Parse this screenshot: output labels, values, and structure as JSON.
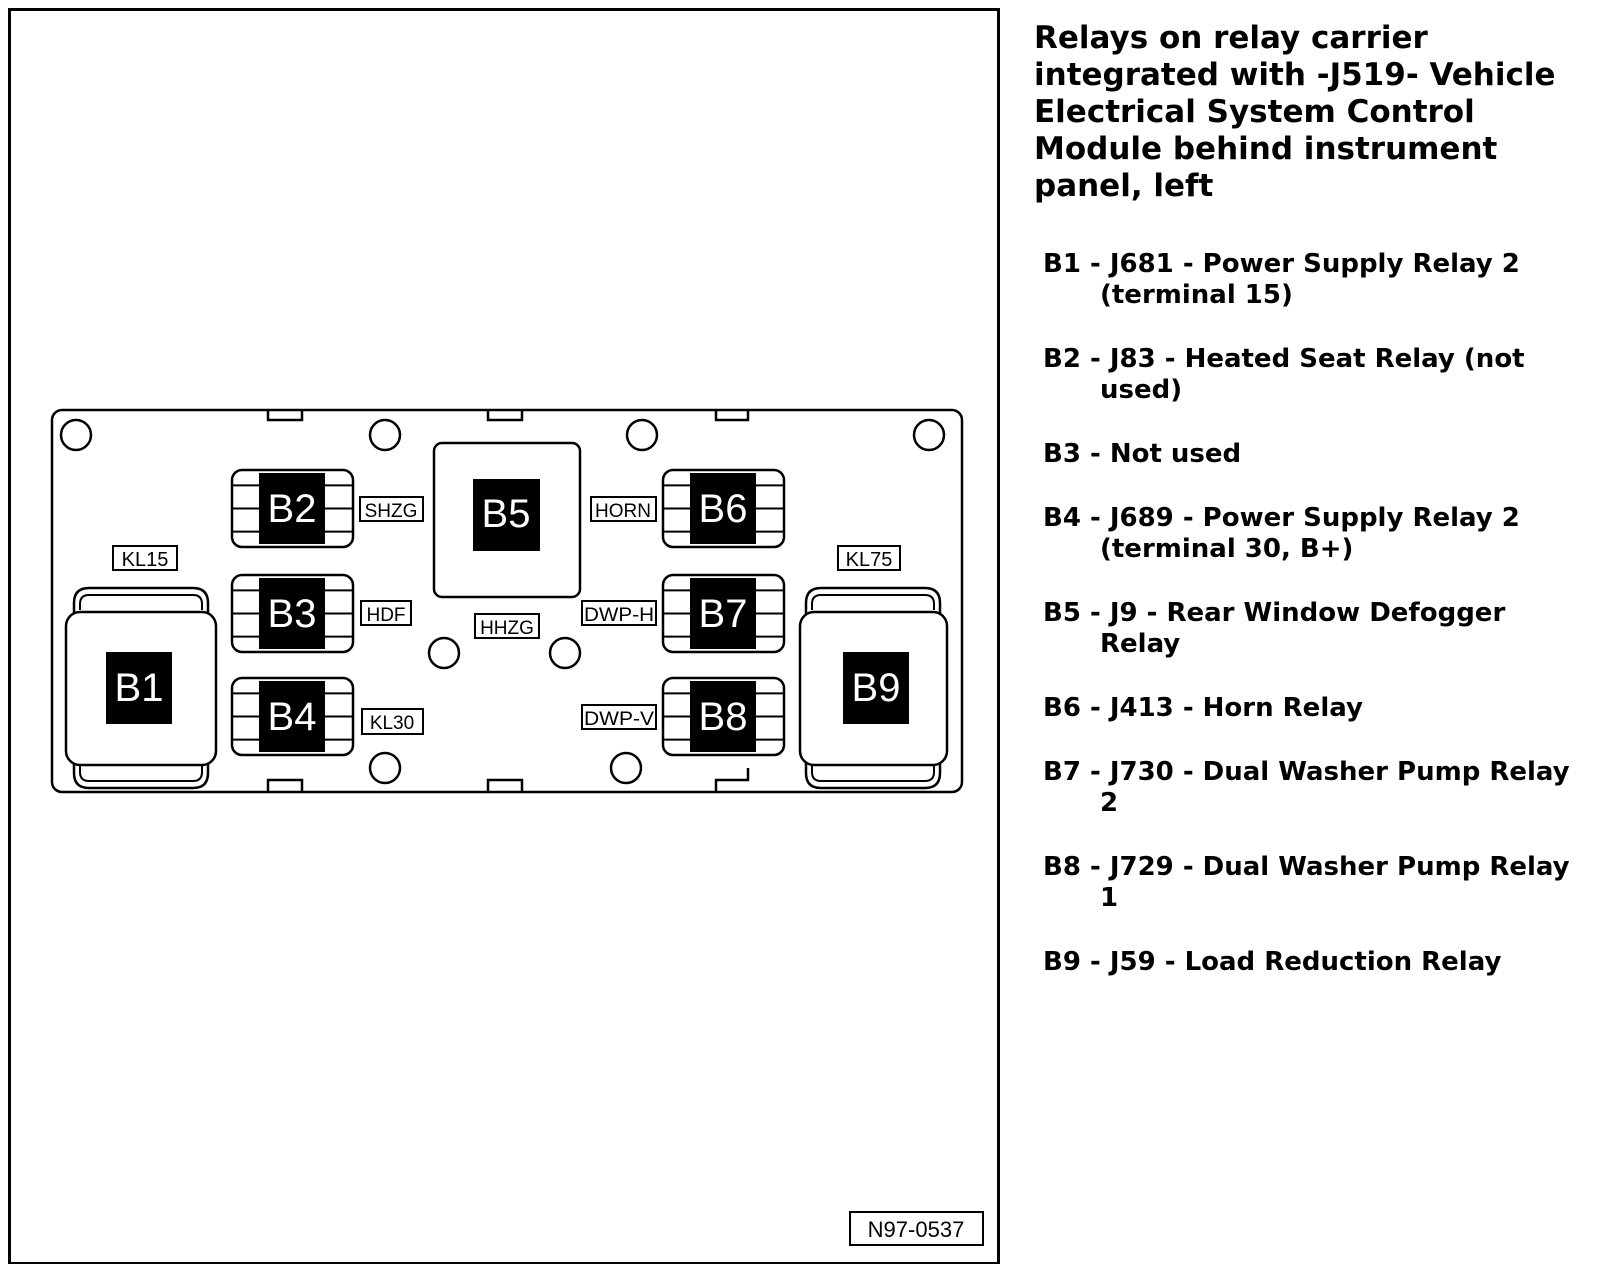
{
  "title": "Relays on relay carrier integrated with -J519- Vehicle Electrical System Control Module behind instrument panel, left",
  "diagram": {
    "figure_id": "N97-0537",
    "relays": {
      "B1": "B1",
      "B2": "B2",
      "B3": "B3",
      "B4": "B4",
      "B5": "B5",
      "B6": "B6",
      "B7": "B7",
      "B8": "B8",
      "B9": "B9"
    },
    "tags": {
      "kl15": "KL15",
      "kl75": "KL75",
      "shzg": "SHZG",
      "hdf": "HDF",
      "kl30": "KL30",
      "hhzg": "HHZG",
      "horn": "HORN",
      "dwp_h": "DWP-H",
      "dwp_v": "DWP-V"
    }
  },
  "legend": [
    {
      "code": "B1",
      "text": " - J681 - Power Supply Relay 2 (terminal 15)"
    },
    {
      "code": "B2",
      "text": " - J83 - Heated Seat Relay (not used)"
    },
    {
      "code": "B3",
      "text": " - Not used"
    },
    {
      "code": "B4",
      "text": " - J689 - Power Supply Relay 2 (terminal 30, B+)"
    },
    {
      "code": "B5",
      "text": " - J9 - Rear Window Defogger Relay"
    },
    {
      "code": "B6",
      "text": " - J413 - Horn Relay"
    },
    {
      "code": "B7",
      "text": " - J730 - Dual Washer Pump Relay 2"
    },
    {
      "code": "B8",
      "text": " - J729 - Dual Washer Pump Relay 1"
    },
    {
      "code": "B9",
      "text": " - J59 - Load Reduction Relay"
    }
  ]
}
